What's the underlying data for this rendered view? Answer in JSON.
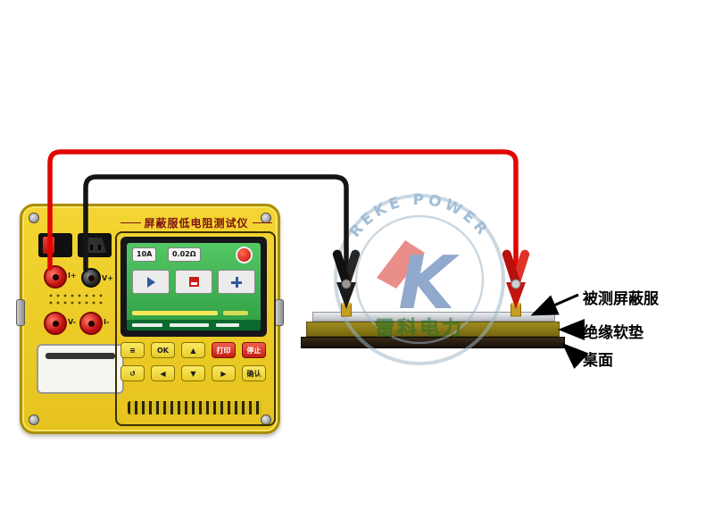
{
  "device": {
    "name_plate": "屏蔽服低电阻测试仪",
    "terminals": [
      {
        "label": "I+"
      },
      {
        "label": "V+"
      },
      {
        "label": "V-"
      },
      {
        "label": "I-"
      }
    ],
    "screen": {
      "current_button": "10A",
      "resistance_button": "0.02Ω"
    },
    "keypad": {
      "row1": [
        "≡",
        "OK",
        "▲",
        "打印",
        "停止"
      ],
      "row2": [
        "↺",
        "◀",
        "▼",
        "▶",
        "确认"
      ]
    }
  },
  "watermark": {
    "arc_text": "REKE POWER",
    "brand_cn": "雷科电力",
    "monogram": "K"
  },
  "callouts": [
    {
      "label": "被测屏蔽服"
    },
    {
      "label": "绝缘软垫"
    },
    {
      "label": "桌面"
    }
  ],
  "colors": {
    "device_body": "#f0cf2a",
    "cable_red": "#e10600",
    "cable_black": "#151515",
    "lcd_green": "#3fae4f",
    "watermark_blue": "#4d84b5",
    "brand_green": "#2f9e3f"
  }
}
